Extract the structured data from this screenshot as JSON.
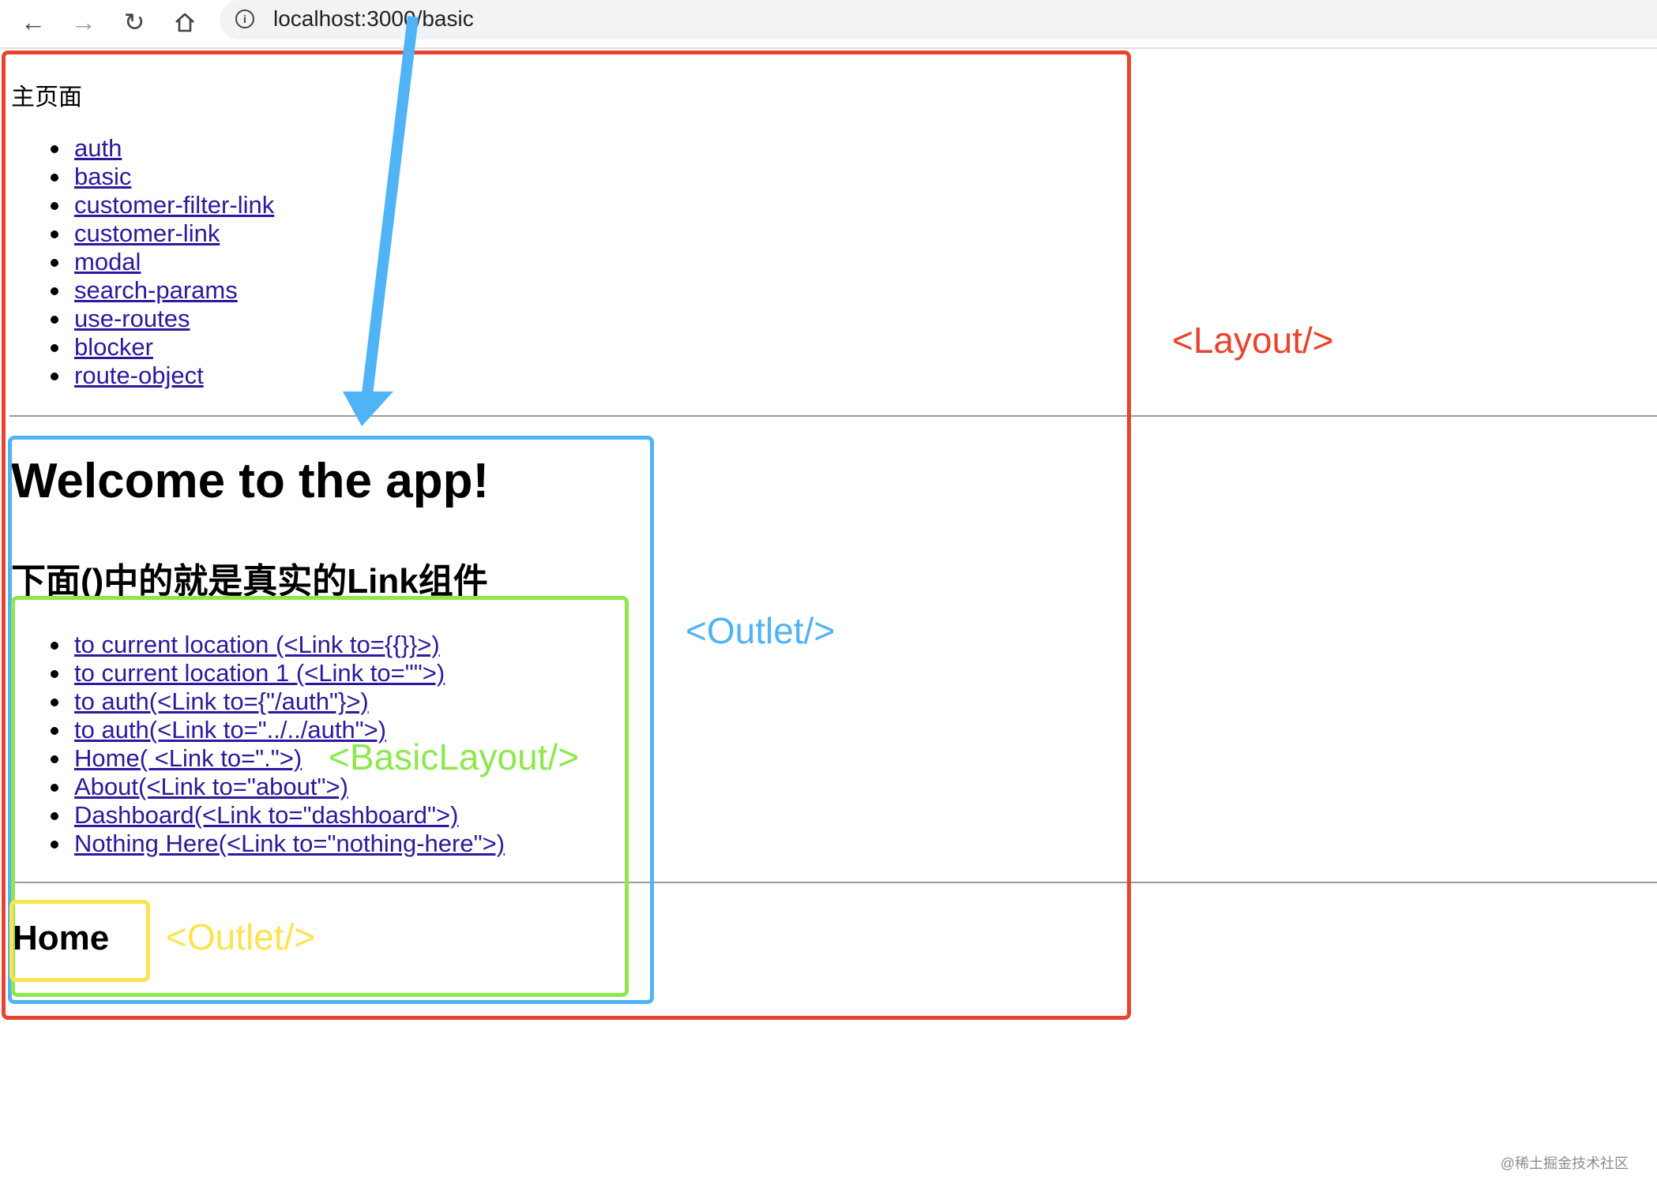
{
  "browser": {
    "url": "localhost:3000/basic",
    "back_icon": "arrow-left-icon",
    "forward_icon": "arrow-right-icon",
    "reload_icon": "reload-icon",
    "home_icon": "home-icon",
    "info_icon": "info-icon"
  },
  "layout": {
    "title": "主页面",
    "nav_links": [
      "auth",
      "basic",
      "customer-filter-link",
      "customer-link",
      "modal",
      "search-params",
      "use-routes",
      "blocker",
      "route-object"
    ]
  },
  "outlet": {
    "heading": "Welcome to the app!",
    "subheading": "下面()中的就是真实的Link组件"
  },
  "basic_layout": {
    "links": [
      "to current location (<Link to={{}}>)",
      "to current location 1 (<Link to=\"\">)",
      "to auth(<Link to={\"/auth\"}>)",
      "to auth(<Link to=\"../../auth\">)",
      "Home( <Link to=\".\">)",
      "About(<Link to=\"about\">)",
      "Dashboard(<Link to=\"dashboard\">)",
      "Nothing Here(<Link to=\"nothing-here\">)"
    ],
    "home_heading": "Home"
  },
  "annotations": {
    "layout_label": "<Layout/>",
    "outlet_label": "<Outlet/>",
    "basic_layout_label": "<BasicLayout/>",
    "inner_outlet_label": "<Outlet/>",
    "colors": {
      "layout": "#e8432d",
      "outlet": "#4fb3f6",
      "basic_layout": "#8ee84d",
      "inner_outlet": "#fde34f"
    }
  },
  "watermark": "@稀土掘金技术社区"
}
